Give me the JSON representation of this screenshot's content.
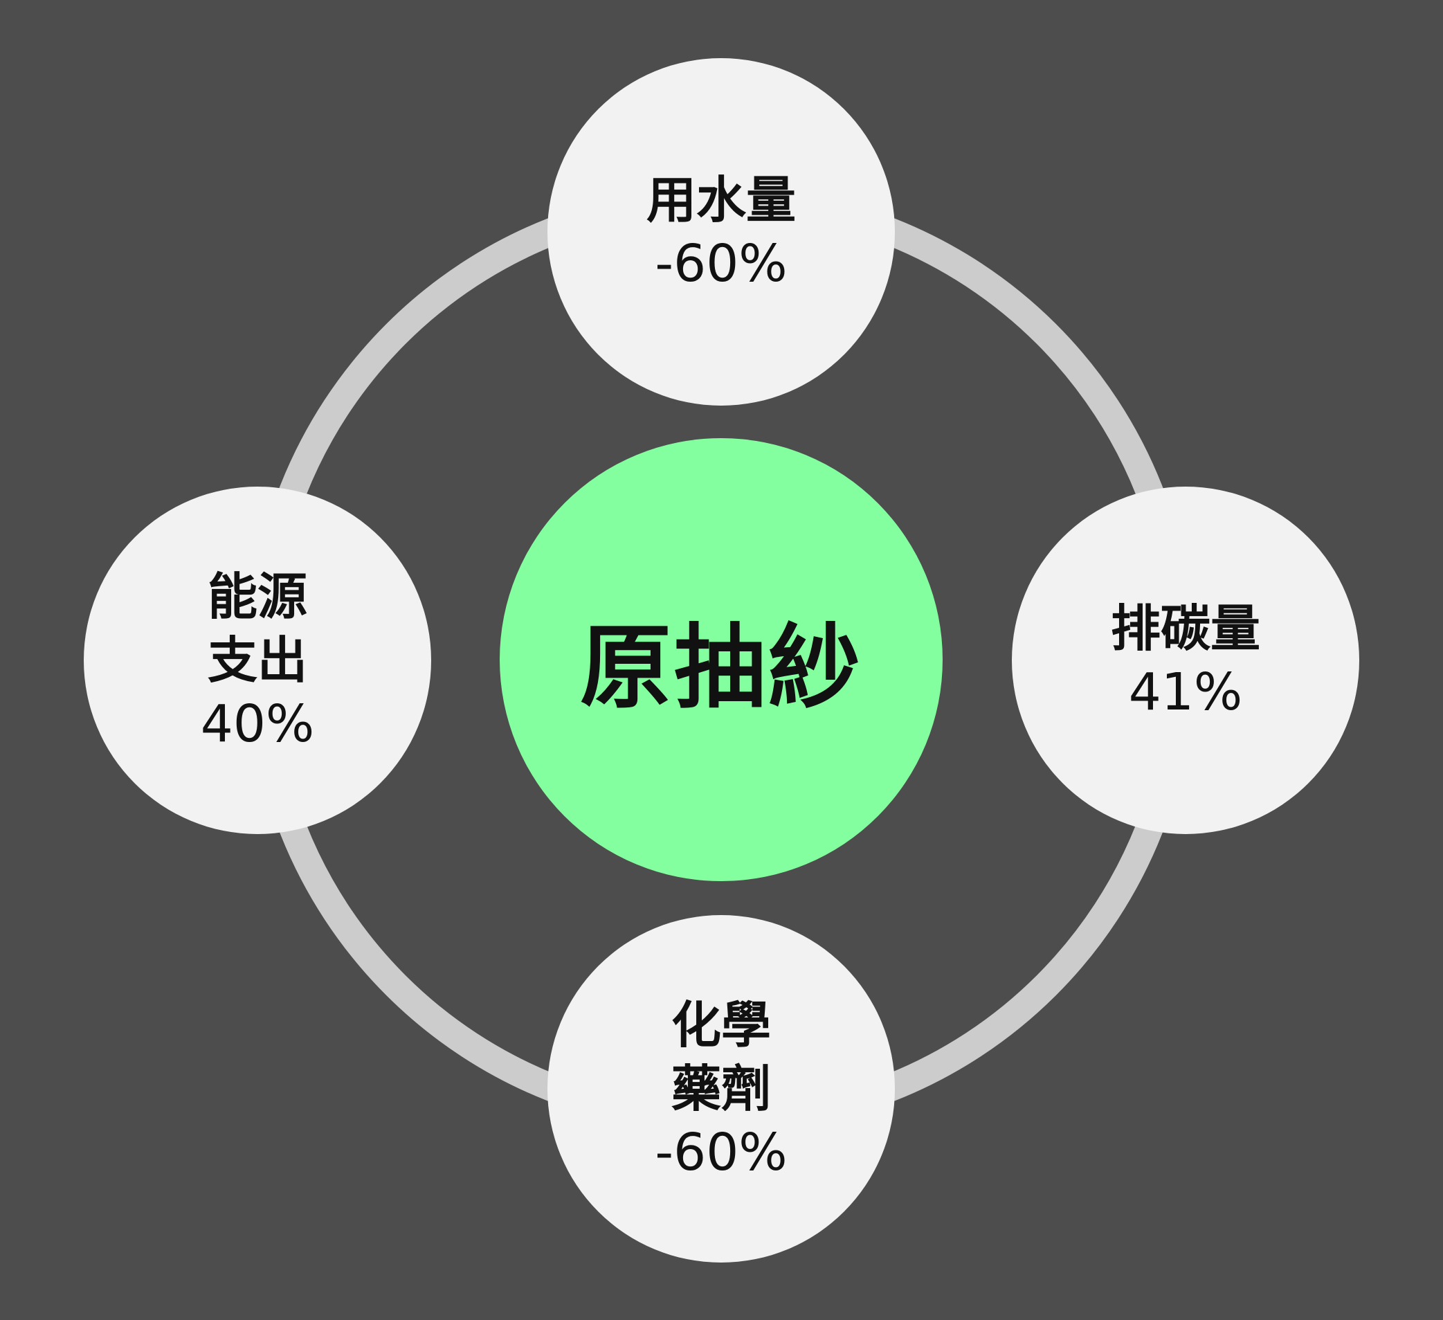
{
  "colors": {
    "background": "#4d4d4d",
    "ring": "#cccccc",
    "satellite_fill": "#f2f2f2",
    "center_fill": "#84ff9f",
    "text": "#111111"
  },
  "center": {
    "label": "原抽紗"
  },
  "nodes": {
    "top": {
      "lines": [
        "用水量"
      ],
      "value": "-60%"
    },
    "right": {
      "lines": [
        "排碳量"
      ],
      "value": "41%"
    },
    "bottom": {
      "lines": [
        "化學",
        "藥劑"
      ],
      "value": "-60%"
    },
    "left": {
      "lines": [
        "能源",
        "支出"
      ],
      "value": "40%"
    }
  }
}
